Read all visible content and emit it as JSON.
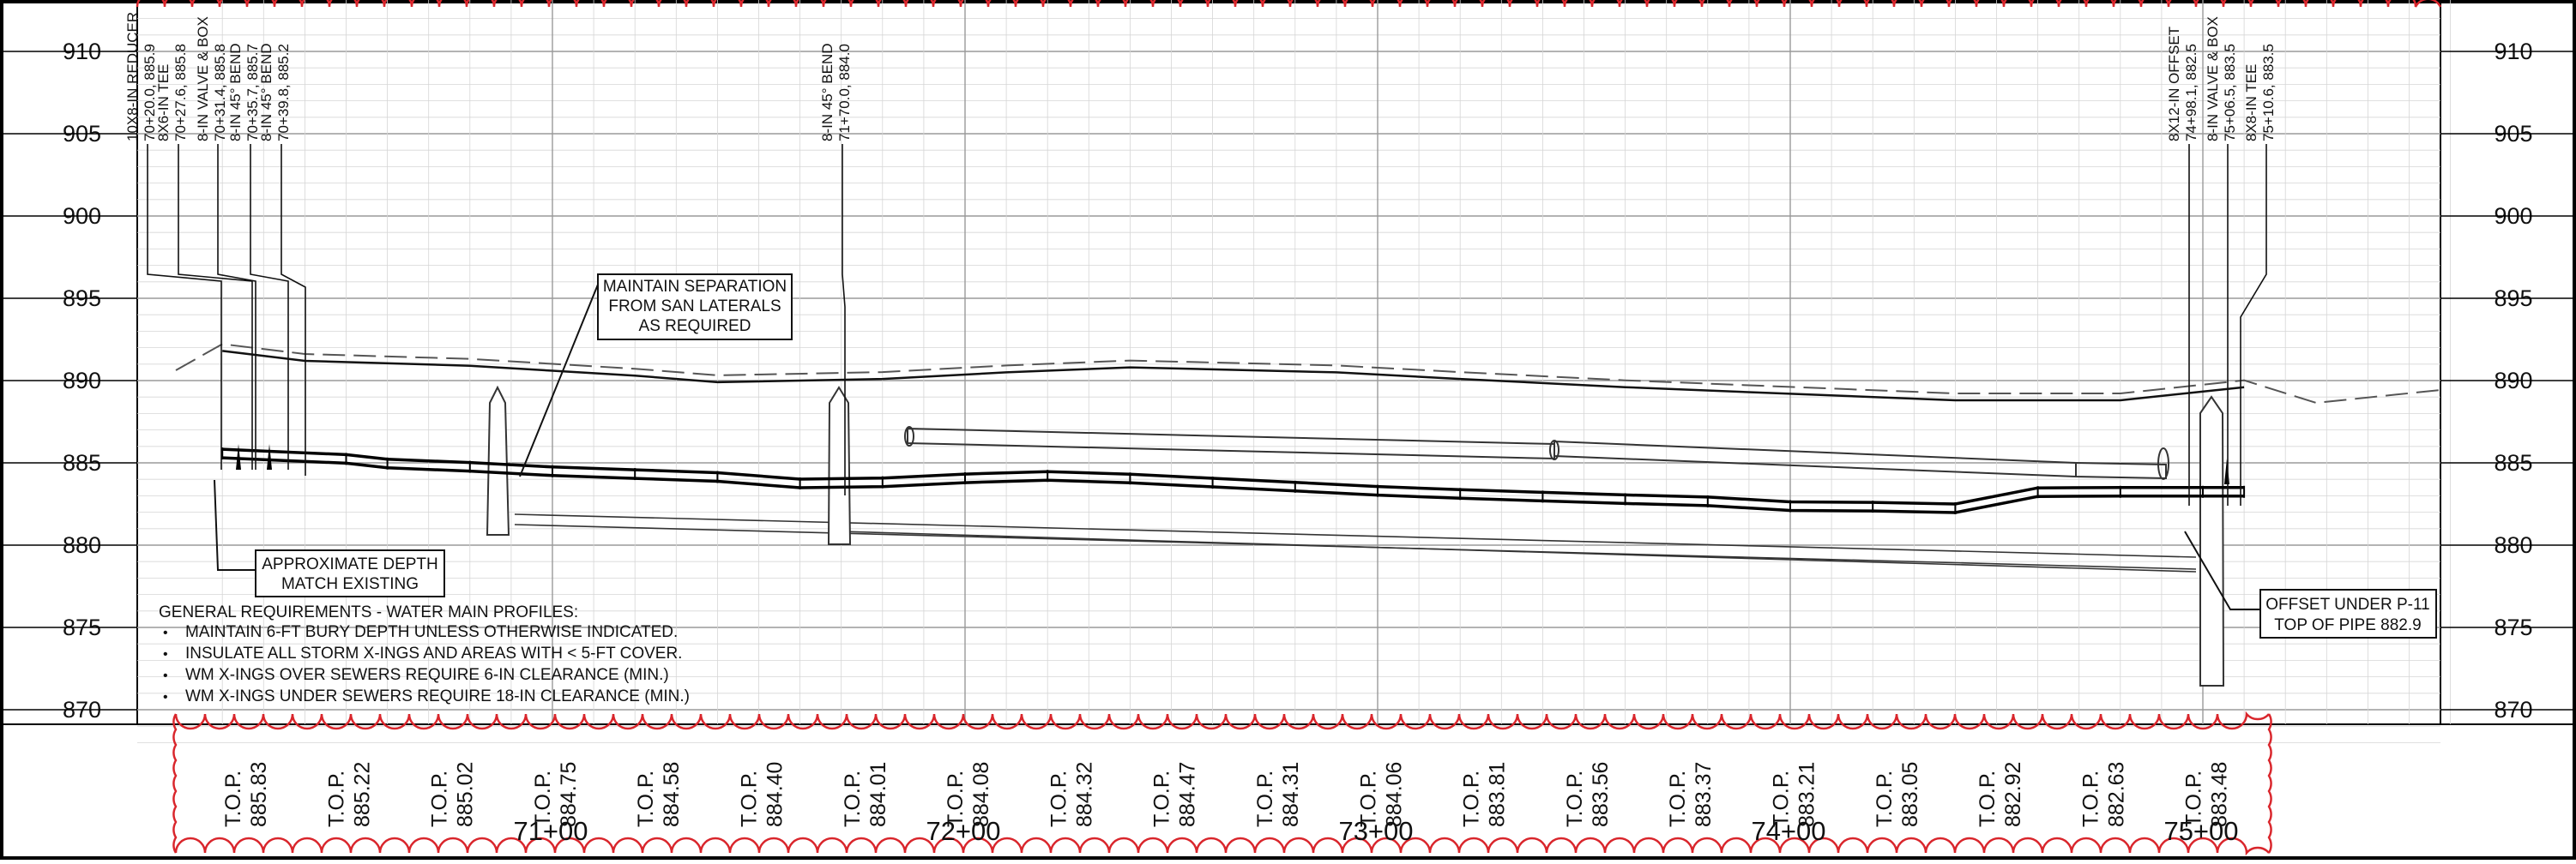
{
  "elevation_labels": [
    "910",
    "905",
    "900",
    "895",
    "890",
    "885",
    "880",
    "875",
    "870"
  ],
  "fittings": [
    {
      "name": "10X8-IN REDUCER",
      "sta": "70+20.0, 885.9"
    },
    {
      "name": "8X6-IN TEE",
      "sta": "70+27.6, 885.8"
    },
    {
      "name": "8-IN VALVE & BOX",
      "sta": "70+31.4, 885.8"
    },
    {
      "name": "8-IN 45° BEND",
      "sta": "70+35.7, 885.7"
    },
    {
      "name": "8-IN 45° BEND",
      "sta": "70+39.8, 885.2"
    },
    {
      "name": "8-IN 45° BEND",
      "sta": "71+70.0, 884.0"
    },
    {
      "name": "8X12-IN OFFSET",
      "sta": "74+98.1, 882.5"
    },
    {
      "name": "8-IN VALVE & BOX",
      "sta": "75+06.5, 883.5"
    },
    {
      "name": "8X8-IN TEE",
      "sta": "75+10.6, 883.5"
    }
  ],
  "callouts": {
    "separation": [
      "MAINTAIN SEPARATION",
      "FROM SAN LATERALS",
      "AS REQUIRED"
    ],
    "depth": [
      "APPROXIMATE DEPTH",
      "MATCH EXISTING"
    ],
    "offset": [
      "OFFSET UNDER P-11",
      "TOP OF PIPE 882.9"
    ]
  },
  "general_requirements": {
    "title": "GENERAL REQUIREMENTS - WATER MAIN PROFILES:",
    "items": [
      "MAINTAIN 6-FT BURY DEPTH UNLESS OTHERWISE INDICATED.",
      "INSULATE ALL STORM X-INGS AND AREAS WITH < 5-FT COVER.",
      "WM X-INGS OVER SEWERS REQUIRE 6-IN CLEARANCE (MIN.)",
      "WM X-INGS UNDER SEWERS REQUIRE 18-IN CLEARANCE (MIN.)"
    ]
  },
  "top_of_pipe": {
    "prefix": "T.O.P.",
    "values": [
      "885.83",
      "885.22",
      "885.02",
      "884.75",
      "884.58",
      "884.40",
      "884.01",
      "884.08",
      "884.32",
      "884.47",
      "884.31",
      "884.06",
      "883.81",
      "883.56",
      "883.37",
      "883.21",
      "883.05",
      "882.92",
      "882.63",
      "883.48"
    ]
  },
  "stations": [
    "71+00",
    "72+00",
    "73+00",
    "74+00",
    "75+00"
  ],
  "chart_data": {
    "type": "line",
    "title": "",
    "xlabel": "",
    "ylabel": "",
    "ylim": [
      868,
      912
    ],
    "x_stations": [
      70.2,
      75.14
    ],
    "series": [
      {
        "name": "",
        "x": [
          70.2,
          70.4,
          70.8,
          71.0,
          71.2,
          71.4,
          71.8,
          72.1,
          72.4,
          72.9,
          73.2,
          73.6,
          74.0,
          74.4,
          74.8,
          75.1
        ],
        "values": [
          891.8,
          891.2,
          890.9,
          890.6,
          890.3,
          889.9,
          890.1,
          890.5,
          890.8,
          890.5,
          890.1,
          889.6,
          889.2,
          888.8,
          888.8,
          889.6
        ]
      },
      {
        "name": "",
        "x": [
          70.2,
          70.5,
          70.6,
          70.8,
          71.0,
          71.2,
          71.4,
          71.6,
          71.8,
          72.0,
          72.2,
          72.4,
          72.6,
          72.8,
          73.0,
          73.2,
          73.4,
          73.6,
          73.8,
          74.0,
          74.2,
          74.4,
          74.6,
          74.8,
          75.0,
          75.1
        ],
        "values": [
          885.83,
          885.5,
          885.22,
          885.02,
          884.75,
          884.58,
          884.4,
          884.01,
          884.08,
          884.32,
          884.47,
          884.31,
          884.06,
          883.81,
          883.56,
          883.37,
          883.21,
          883.05,
          882.92,
          882.63,
          882.6,
          882.5,
          883.48,
          883.5,
          883.5,
          883.5
        ]
      }
    ],
    "grid": true
  }
}
